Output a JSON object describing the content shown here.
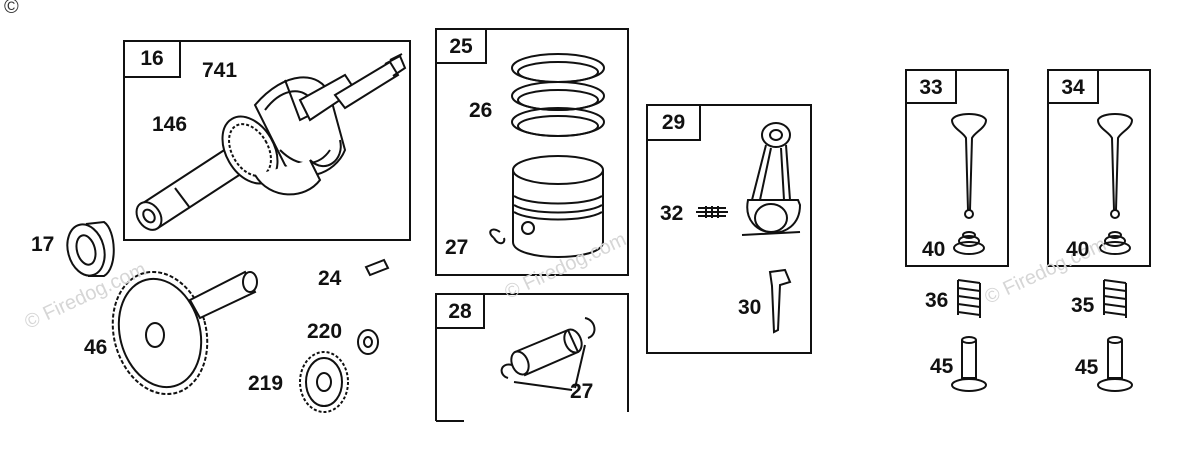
{
  "copyright_symbol": "©",
  "watermark": "© Firedog.com",
  "boxes": {
    "crankshaft": "16",
    "piston_ring": "25",
    "piston_pin": "28",
    "connecting_rod": "29",
    "intake_valve": "33",
    "exhaust_valve": "34"
  },
  "labels": {
    "gear_741": "741",
    "gear_146": "146",
    "rings": "26",
    "piston_clip": "27",
    "seal": "17",
    "key": "24",
    "camshaft": "46",
    "washer": "220",
    "governor_gear": "219",
    "pin_clips": "27",
    "rod_bolt": "32",
    "dipper": "30",
    "retainer_intake": "40",
    "retainer_exhaust": "40",
    "spring_intake": "36",
    "spring_exhaust": "35",
    "tappet_intake": "45",
    "tappet_exhaust": "45"
  }
}
